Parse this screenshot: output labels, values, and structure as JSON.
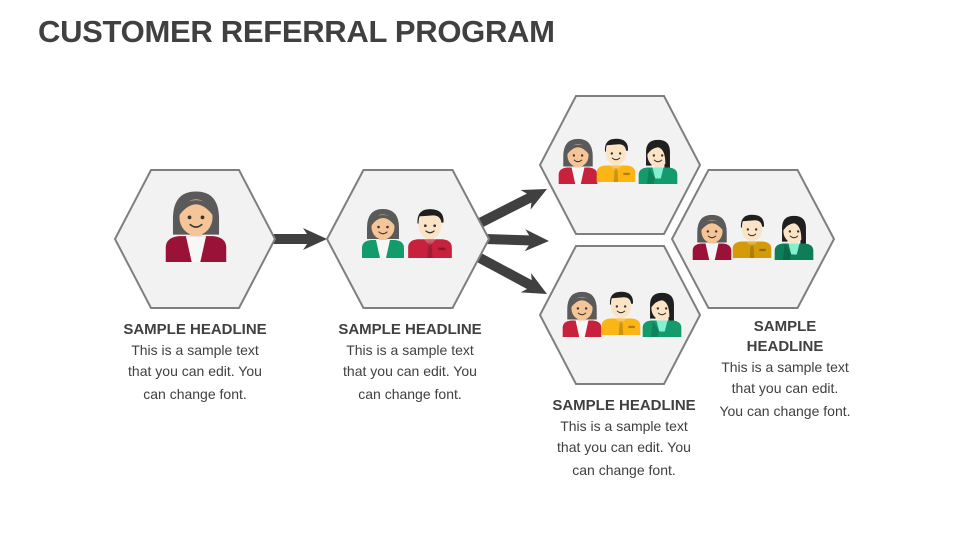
{
  "title": "CUSTOMER REFERRAL PROGRAM",
  "colors": {
    "hex_fill": "#f2f2f2",
    "hex_stroke": "#7f7f7f",
    "arrow": "#404040",
    "text": "#404040",
    "skin": "#f6c597",
    "skin_light": "#fbe3c6",
    "hair_gray": "#5a5a5a",
    "hair_black": "#1f1f1f",
    "red": "#c8213e",
    "dark_red": "#9a1237",
    "yellow": "#fbb515",
    "mustard": "#d39a0a",
    "green": "#139b6c",
    "dark_green": "#0f7d57",
    "mint": "#85f0d0",
    "white": "#f7f7f7"
  },
  "stages": [
    {
      "id": "stage-1",
      "headline": "SAMPLE HEADLINE",
      "text_lines": [
        "This is a sample text",
        "that you can edit. You",
        "can change font."
      ],
      "people": [
        {
          "hair": "gray",
          "shirt": "dark_red",
          "gender": "female"
        }
      ]
    },
    {
      "id": "stage-2",
      "headline": "SAMPLE HEADLINE",
      "text_lines": [
        "This is a sample text",
        "that you can edit. You",
        "can change font."
      ],
      "people": [
        {
          "hair": "gray",
          "shirt": "green",
          "gender": "female"
        },
        {
          "hair": "black",
          "shirt": "red",
          "gender": "male"
        }
      ]
    },
    {
      "id": "stage-3-top",
      "headline": "",
      "text_lines": [],
      "people": [
        {
          "hair": "gray",
          "shirt": "red",
          "gender": "female"
        },
        {
          "hair": "black",
          "shirt": "yellow",
          "gender": "male"
        },
        {
          "hair": "black",
          "shirt": "green",
          "gender": "female-long"
        }
      ]
    },
    {
      "id": "stage-3-bottom",
      "headline": "SAMPLE HEADLINE",
      "text_lines": [
        "This is a sample text",
        "that you can edit. You",
        "can change font."
      ],
      "people": [
        {
          "hair": "gray",
          "shirt": "red",
          "gender": "female"
        },
        {
          "hair": "black",
          "shirt": "yellow",
          "gender": "male"
        },
        {
          "hair": "black",
          "shirt": "green",
          "gender": "female-long"
        }
      ]
    },
    {
      "id": "stage-4",
      "headline_lines": [
        "SAMPLE",
        "HEADLINE"
      ],
      "text_lines": [
        "This is a sample text",
        "that you can edit.",
        "You can change font."
      ],
      "people": [
        {
          "hair": "gray",
          "shirt": "dark_red",
          "gender": "female"
        },
        {
          "hair": "black",
          "shirt": "mustard",
          "gender": "male"
        },
        {
          "hair": "black",
          "shirt": "dark_green",
          "gender": "female-long"
        }
      ]
    }
  ],
  "icons": {
    "arrow": "right-arrow-icon",
    "person": "person-avatar-icon"
  }
}
